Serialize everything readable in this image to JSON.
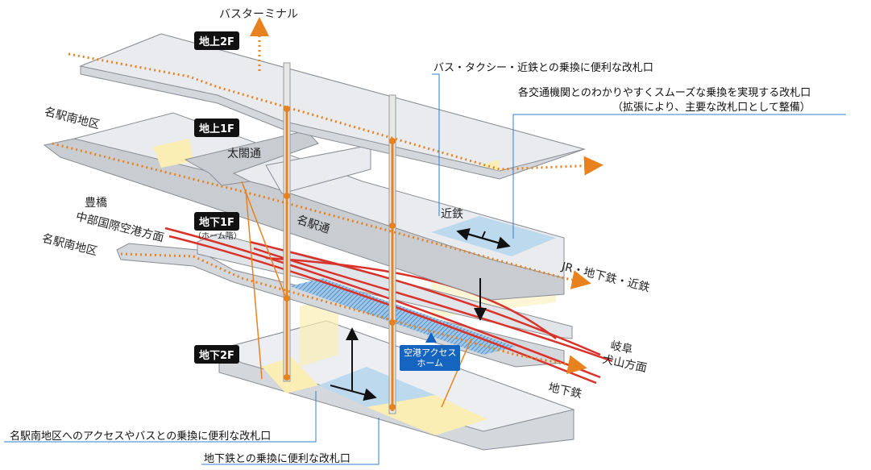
{
  "floors": {
    "f2": "地上2F",
    "f1": "地上1F",
    "b1": "地下1F",
    "b1_sub": "（ホーム階）",
    "b2": "地下2F"
  },
  "places": {
    "bus_terminal": "バスターミナル",
    "meieki_south_upper": "名駅南地区",
    "taikou": "太閤通",
    "meieki_dori": "名駅通",
    "kintetsu": "近鉄",
    "toyohashi": "豊橋",
    "chubu_airport": "中部国際空港方面",
    "meieki_south_lower": "名駅南地区",
    "jr_subway_kintetsu": "JR・地下鉄・近鉄",
    "gifu": "岐阜",
    "inuyama": "犬山方面",
    "subway": "地下鉄",
    "airport_access_1": "空港アクセス",
    "airport_access_2": "ホーム"
  },
  "callouts": {
    "bus_taxi": "バス・タクシー・近鉄との乗換に便利な改札口",
    "smooth_1": "各交通機関とのわかりやすくスムーズな乗換を実現する改札口",
    "smooth_2": "（拡張により、主要な改札口として整備）",
    "meieki_bus": "名駅南地区へのアクセスやバスとの乗換に便利な改札口",
    "subway_gate": "地下鉄との乗換に便利な改札口"
  },
  "colors": {
    "orange": "#e8821e",
    "rail_red": "#d9322b",
    "slab_gray": "#c9ccd0",
    "slab_light": "#e9ebee",
    "blue_zone": "#bcd9ee",
    "yellow_zone": "#fbeeb4",
    "callout_line": "#2f7fcf"
  }
}
